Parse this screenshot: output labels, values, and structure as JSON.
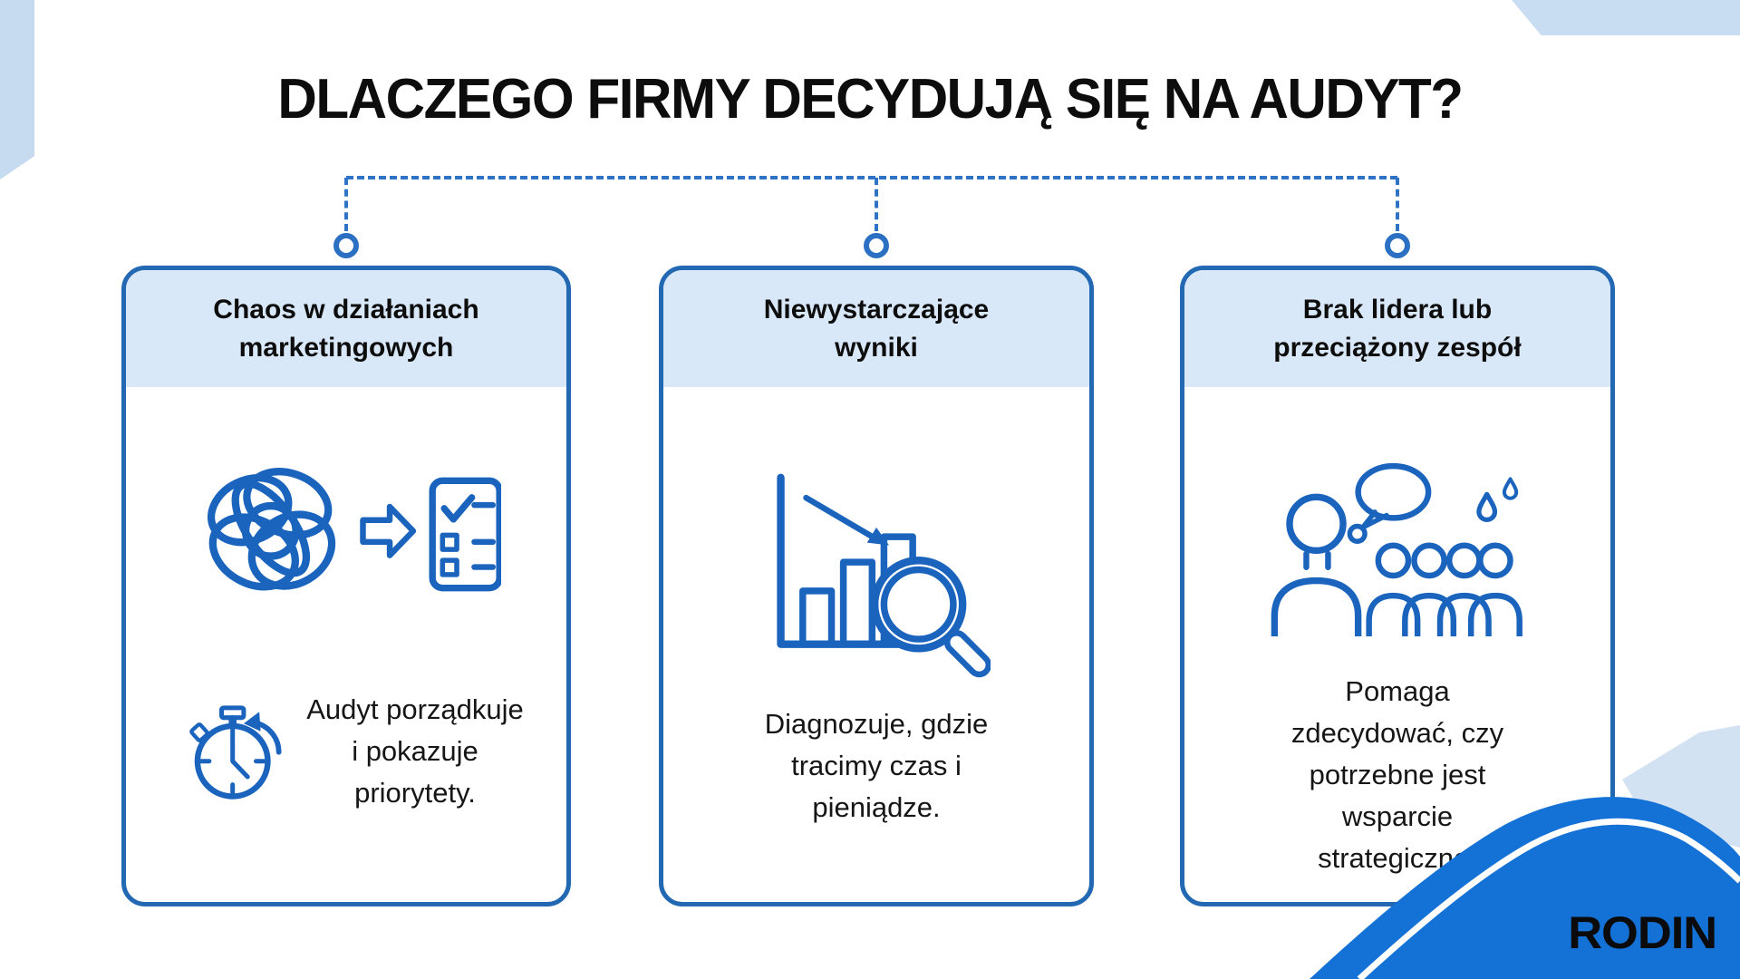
{
  "title": "DLACZEGO FIRMY DECYDUJĄ SIĘ NA AUDYT?",
  "cards": [
    {
      "header_lines": [
        "Chaos w działaniach",
        "marketingowych"
      ],
      "icon": "tangled-knot-to-checklist-icon",
      "secondary_icon": "stopwatch-icon",
      "body_lines": [
        "Audyt porządkuje",
        "i pokazuje",
        "priorytety."
      ]
    },
    {
      "header_lines": [
        "Niewystarczające",
        "wyniki"
      ],
      "icon": "declining-bar-chart-with-magnifier-icon",
      "body_lines": [
        "Diagnozuje, gdzie",
        "tracimy czas i",
        "pieniądze."
      ]
    },
    {
      "header_lines": [
        "Brak lidera lub",
        "przeciążony zespół"
      ],
      "icon": "overloaded-team-speech-bubble-icon",
      "body_lines": [
        "Pomaga",
        "zdecydować, czy",
        "potrzebne jest",
        "wsparcie",
        "strategiczne."
      ]
    }
  ],
  "brand": {
    "logo_text": "RODIN"
  },
  "colors": {
    "card_border": "#2268b2",
    "card_header_bg": "#d9e8f8",
    "icon_stroke": "#1b64be",
    "connector": "#2e73c5",
    "wave_blue": "#1471d6",
    "corner_decoration": "#c8dcf2",
    "title_text": "#0d0d0d",
    "body_text": "#161616"
  }
}
